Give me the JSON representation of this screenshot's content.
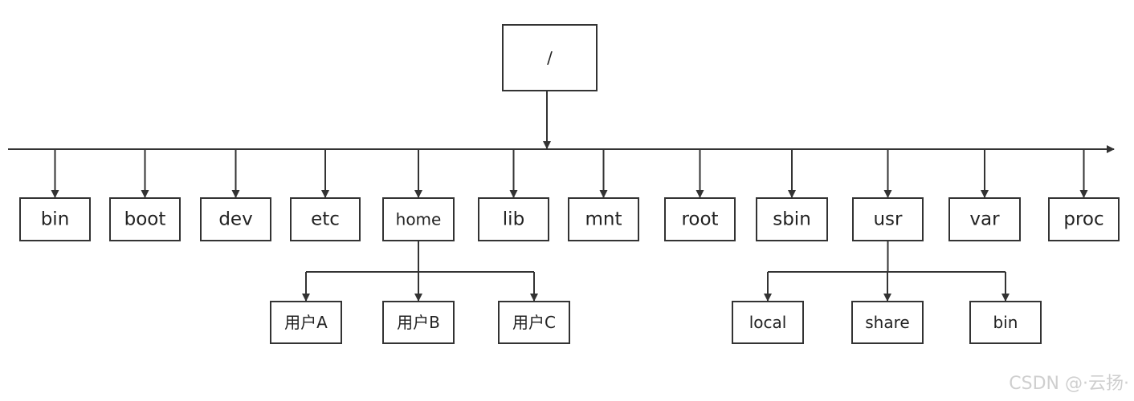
{
  "root": {
    "label": "/"
  },
  "level1": [
    "bin",
    "boot",
    "dev",
    "etc",
    "home",
    "lib",
    "mnt",
    "root",
    "sbin",
    "usr",
    "var",
    "proc"
  ],
  "home_children": [
    "用户A",
    "用户B",
    "用户C"
  ],
  "usr_children": [
    "local",
    "share",
    "bin"
  ],
  "watermark": "CSDN @·云扬·",
  "colors": {
    "line": "#333333",
    "watermark": "#cfcfcf"
  }
}
